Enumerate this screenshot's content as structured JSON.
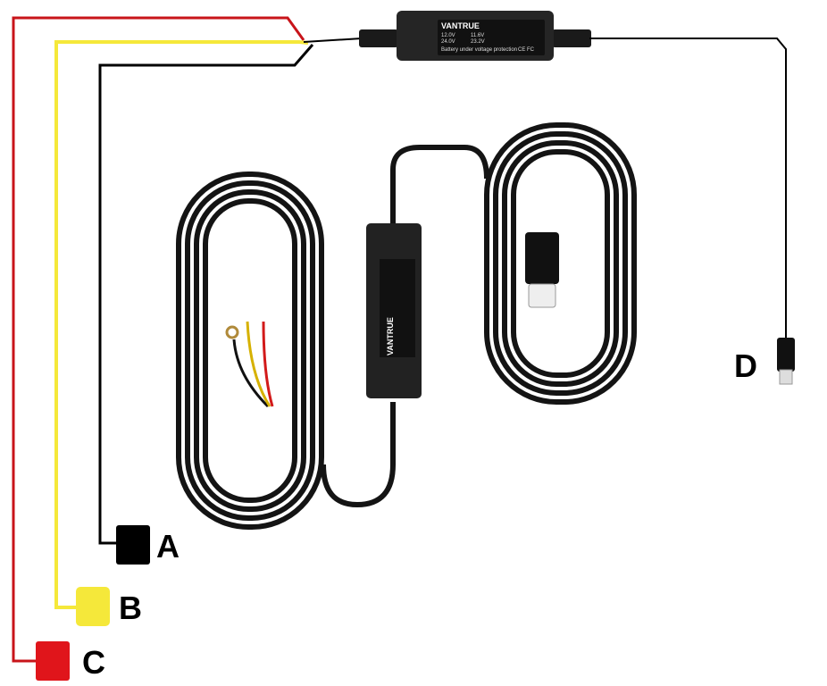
{
  "labels": {
    "a": "A",
    "b": "B",
    "c": "C",
    "d": "D"
  },
  "module": {
    "brand": "VANTRUE",
    "input_12": "12.0V",
    "input_24": "24.0V",
    "cutoff_12": "11.6V",
    "cutoff_24": "23.2V",
    "protection": "Battery under voltage protection",
    "certs": "CE FC"
  },
  "colors": {
    "red": "#e0151b",
    "yellow": "#f5e83a",
    "black": "#000000",
    "cable": "#141414"
  }
}
